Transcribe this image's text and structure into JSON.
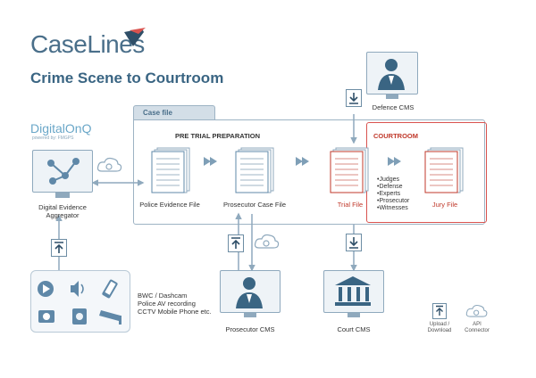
{
  "brand": {
    "logo_text": "CaseLines",
    "title": "Crime Scene to Courtroom"
  },
  "digitalonq": {
    "name": "DigitalOnQ",
    "powered_by": "powered by: FMGPS"
  },
  "case_file": {
    "tab_label": "Case file"
  },
  "sections": {
    "pre_trial": "PRE TRIAL PREPARATION",
    "courtroom": "COURTROOM"
  },
  "nodes": {
    "aggregator": "Digital Evidence Aggregator",
    "police_evidence": "Police Evidence File",
    "prosecutor_case": "Prosecutor Case File",
    "trial_file": "Trial File",
    "jury_file": "Jury File",
    "defence_cms": "Defence CMS",
    "prosecutor_cms": "Prosecutor CMS",
    "court_cms": "Court CMS"
  },
  "courtroom_participants": [
    "Judges",
    "Defense",
    "Experts",
    "Prosecutor",
    "Witnesses"
  ],
  "sources": {
    "line1": "BWC / Dashcam",
    "line2": "Police AV recording",
    "line3": "CCTV Mobile Phone etc."
  },
  "legend": {
    "upload_download": "Upload / Download",
    "api_connector": "API Connector"
  },
  "colors": {
    "primary": "#3a6583",
    "accent_red": "#d9534f",
    "line": "#8fa9bd",
    "pale": "#eef3f7"
  },
  "icons": [
    "upload-download-icon",
    "api-connector-cloud-gear-icon",
    "document-stack-icon",
    "judge-icon",
    "court-building-icon",
    "play-icon",
    "speaker-icon",
    "phone-icon",
    "camera-icon",
    "cctv-icon",
    "network-icon"
  ]
}
